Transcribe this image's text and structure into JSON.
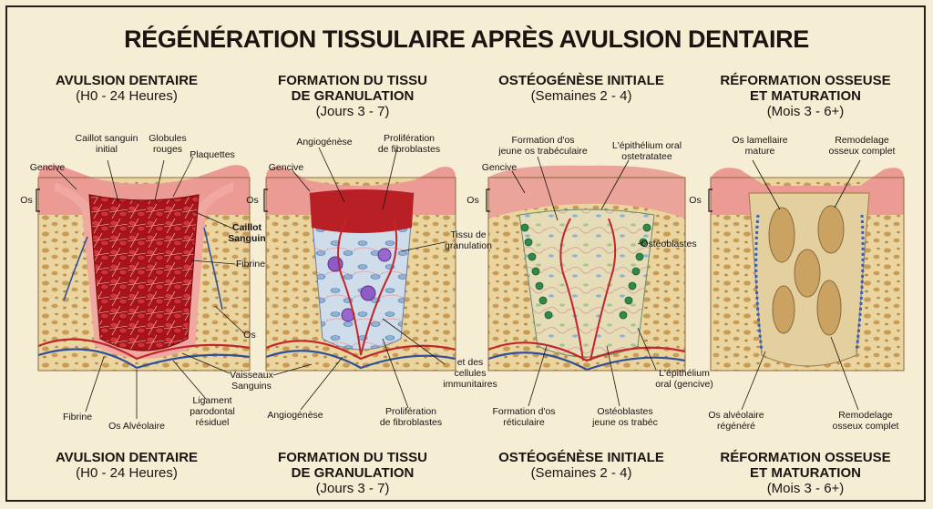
{
  "title": "RÉGÉNÉRATION TISSULAIRE APRÈS AVULSION DENTAIRE",
  "stages": [
    {
      "header_title": "AVULSION DENTAIRE",
      "header_subtitle": "(H0 - 24 Heures)",
      "footer_title": "AVULSION DENTAIRE",
      "footer_subtitle": "(H0 - 24 Heures)",
      "labels": {
        "caillot_initial": "Caillot sanguin\ninitial",
        "globules": "Globules\nrouges",
        "plaquettes": "Plaquettes",
        "gencive": "Gencive",
        "os": "Os",
        "caillot_sanguin": "Caillot\nSanguin",
        "fibrine_right": "Fibrine",
        "os_right": "Os",
        "vaisseaux": "Vaisseaux\nSanguins",
        "ligament": "Ligament\nparodontal\nrésiduel",
        "fibrine_bottom": "Fibrine",
        "os_alveolaire": "Os Alvéolaire"
      }
    },
    {
      "header_title": "FORMATION DU TISSU\nDE GRANULATION",
      "header_subtitle": "(Jours 3 - 7)",
      "footer_title": "FORMATION DU TISSU\nDE GRANULATION",
      "footer_subtitle": "(Jours 3 - 7)",
      "labels": {
        "angiogenese_top": "Angiogénèse",
        "proliferation_top": "Prolifération\nde fibroblastes",
        "gencive": "Gencive",
        "os": "Os",
        "tissu": "Tissu de\ngranulation",
        "cellules": "et des\ncellules\nimmunitaires",
        "angiogenese_bottom": "Angiogénèse",
        "proliferation_bottom": "Prolifération\nde fibroblastes"
      }
    },
    {
      "header_title": "OSTÉOGÉNÈSE INITIALE",
      "header_subtitle": "(Semaines 2 - 4)",
      "footer_title": "OSTÉOGÉNÈSE INITIALE",
      "footer_subtitle": "(Semaines 2 - 4)",
      "labels": {
        "formation_top": "Formation d'os\njeune os trabéculaire",
        "epithelium_top": "L'épithélium oral\nostetratatee",
        "gencive": "Gencive",
        "os": "Os",
        "osteoblastes": "Ostéoblastes",
        "epithelium_right": "L'épithélium\noral (gencive)",
        "formation_bottom": "Formation d'os\nréticulaire",
        "osteoblastes_bottom": "Ostéoblastes\njeune os trabéc"
      }
    },
    {
      "header_title": "RÉFORMATION OSSEUSE\nET MATURATION",
      "header_subtitle": "(Mois 3 - 6+)",
      "footer_title": "RÉFORMATION OSSEUSE\nET MATURATION",
      "footer_subtitle": "(Mois 3 - 6+)",
      "labels": {
        "os_lamellaire": "Os lamellaire\nmature",
        "remodelage_top": "Remodelage\nosseux complet",
        "os": "Os",
        "os_regenere": "Os alvéolaire\nrégénéré",
        "remodelage_bottom": "Remodelage\nosseux complet"
      }
    }
  ],
  "colors": {
    "background": "#f6edd5",
    "bone": "#e8d29a",
    "bone_pore": "#c9a35a",
    "gum": "#e98a86",
    "clot": "#b3161a",
    "granulation": "#c9d8e8",
    "vessel_red": "#c0262b",
    "vessel_blue": "#2f4f9a",
    "osteoblast": "#2f8a48"
  }
}
